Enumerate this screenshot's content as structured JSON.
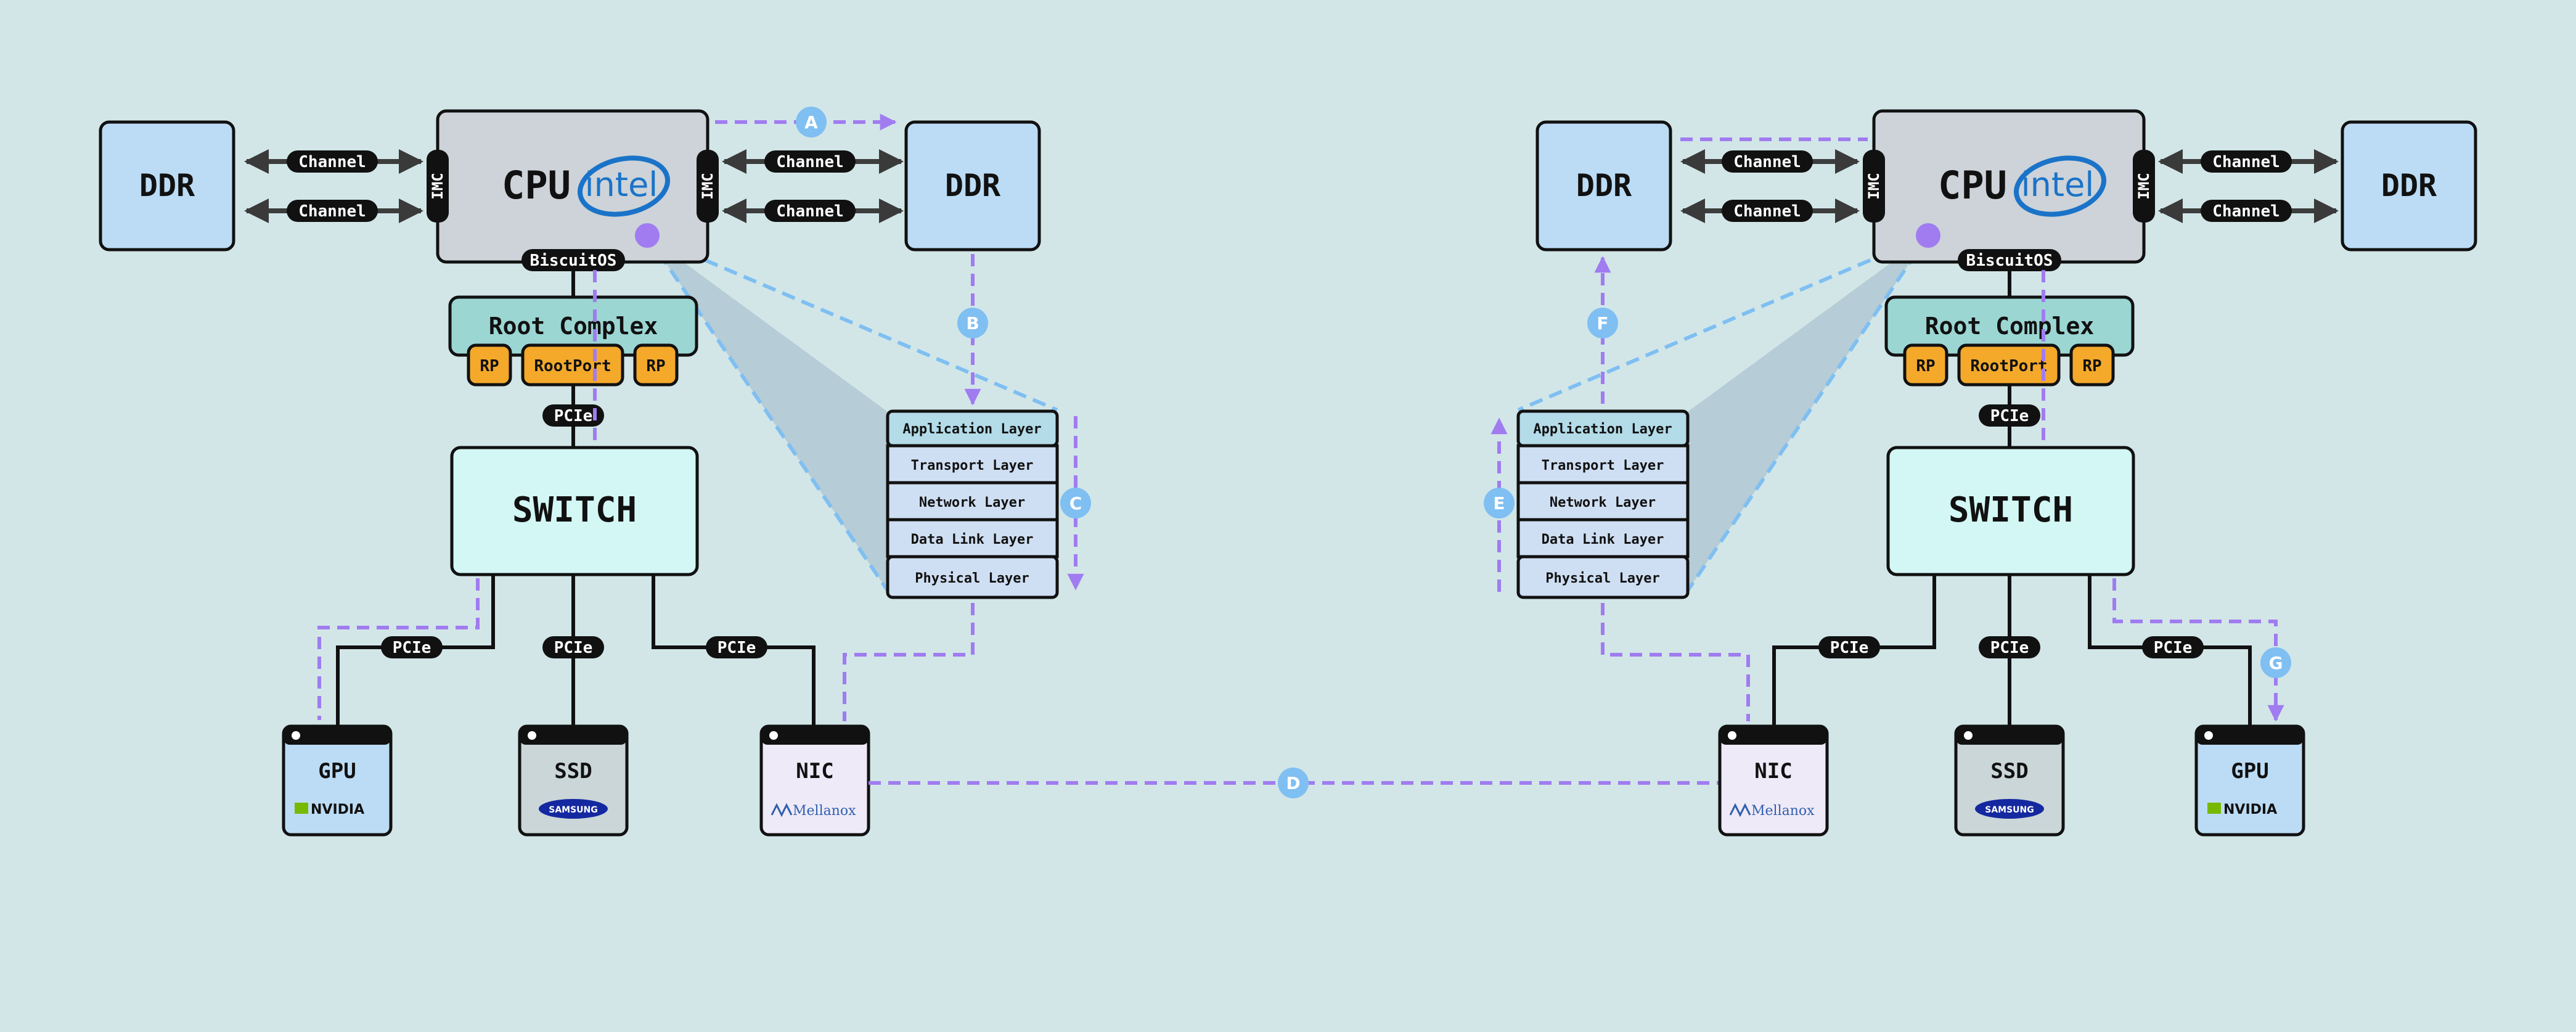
{
  "left": {
    "ddr_left": "DDR",
    "ddr_right": "DDR",
    "cpu": "CPU",
    "cpu_brand": "intel",
    "imc_left": "IMC",
    "imc_right": "IMC",
    "channels": [
      "Channel",
      "Channel",
      "Channel",
      "Channel"
    ],
    "os_label": "BiscuitOS",
    "root_complex": "Root Complex",
    "rp_left": "RP",
    "root_port": "RootPort",
    "rp_right": "RP",
    "pcie_top": "PCIe",
    "switch": "SWITCH",
    "pcie_links": [
      "PCIe",
      "PCIe",
      "PCIe"
    ],
    "devices": [
      {
        "name": "GPU",
        "brand": "NVIDIA"
      },
      {
        "name": "SSD",
        "brand": "SAMSUNG"
      },
      {
        "name": "NIC",
        "brand": "Mellanox"
      }
    ],
    "stack": [
      "Application Layer",
      "Transport Layer",
      "Network Layer",
      "Data Link Layer",
      "Physical Layer"
    ]
  },
  "right": {
    "ddr_left": "DDR",
    "ddr_right": "DDR",
    "cpu": "CPU",
    "cpu_brand": "intel",
    "imc_left": "IMC",
    "imc_right": "IMC",
    "channels": [
      "Channel",
      "Channel",
      "Channel",
      "Channel"
    ],
    "os_label": "BiscuitOS",
    "root_complex": "Root Complex",
    "rp_left": "RP",
    "root_port": "RootPort",
    "rp_right": "RP",
    "pcie_top": "PCIe",
    "switch": "SWITCH",
    "pcie_links": [
      "PCIe",
      "PCIe",
      "PCIe"
    ],
    "devices": [
      {
        "name": "NIC",
        "brand": "Mellanox"
      },
      {
        "name": "SSD",
        "brand": "SAMSUNG"
      },
      {
        "name": "GPU",
        "brand": "NVIDIA"
      }
    ],
    "stack": [
      "Application Layer",
      "Transport Layer",
      "Network Layer",
      "Data Link Layer",
      "Physical Layer"
    ]
  },
  "steps": [
    "A",
    "B",
    "C",
    "D",
    "E",
    "F",
    "G"
  ],
  "colors": {
    "background": "#d2e6e8",
    "ddr": "#bcdcf5",
    "cpu": "#cdd3d8",
    "root_complex": "#9bd6d3",
    "root_port": "#f4a92a",
    "switch": "#d3f7f5",
    "stack_layer": "#cfdff3",
    "stack_top": "#b3dbe8",
    "gpu": "#bcdcf5",
    "ssd": "#cad6d8",
    "nic": "#efeaf8",
    "path": "#a07cf0",
    "marker": "#7fbff2",
    "intel": "#1a73c8",
    "nvidia": "#76b900",
    "samsung": "#1428a0",
    "mellanox": "#2f5fae"
  }
}
